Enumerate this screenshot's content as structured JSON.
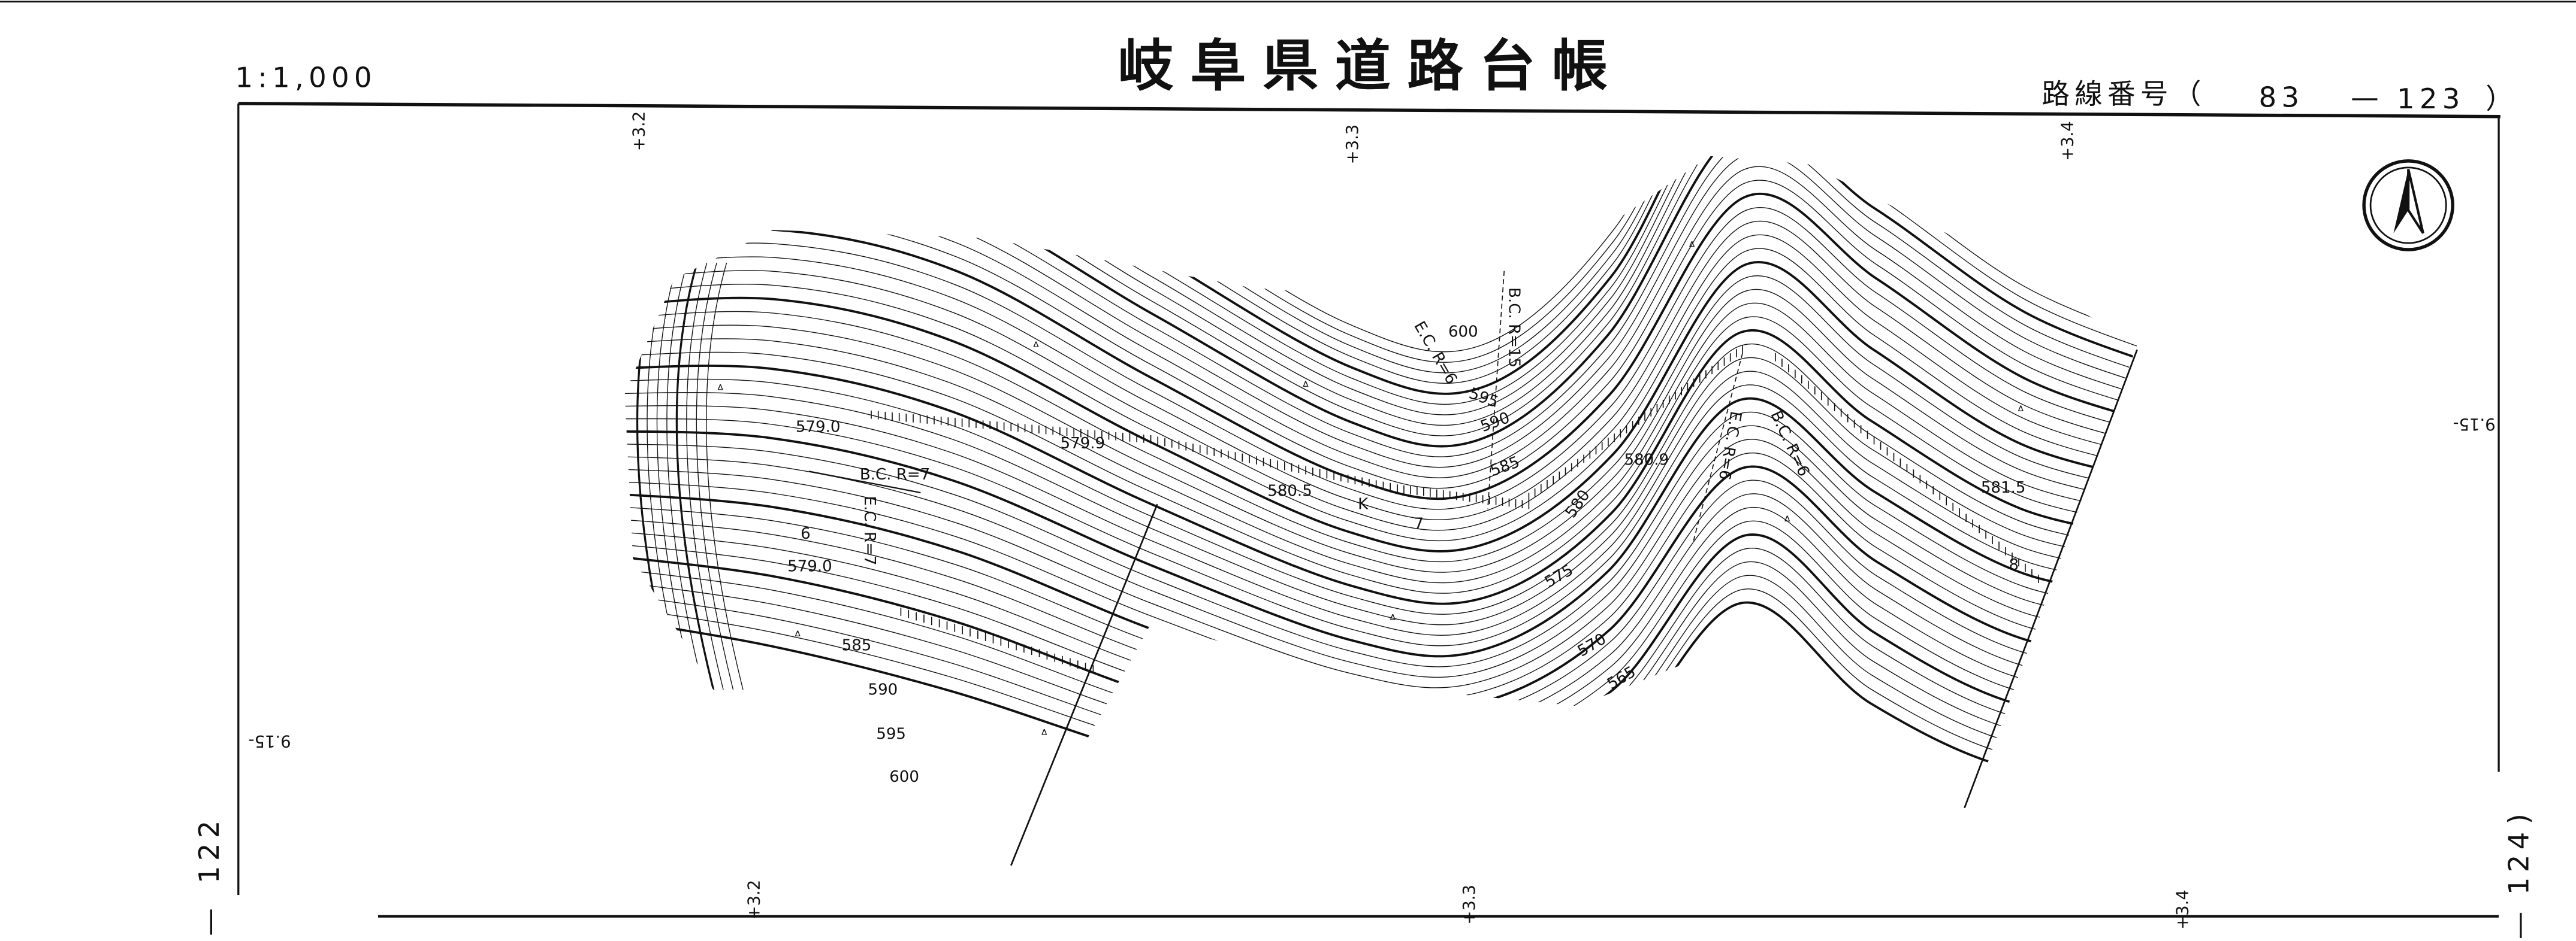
{
  "header": {
    "scale": "1:1,000",
    "title": "岐阜県道路台帳",
    "route_label": "路線番号（",
    "route_number_a": "83",
    "route_dash": "—",
    "route_number_b": "123",
    "route_close": "）"
  },
  "stations": {
    "top": [
      "+3.2",
      "+3.3",
      "+3.4"
    ],
    "bottom": [
      "+3.2",
      "+3.3",
      "+3.4"
    ]
  },
  "margin": {
    "ref_right": "9.15-",
    "ref_left": "9.15-",
    "prev_sheet": "122",
    "next_sheet": "124",
    "dash": "—",
    "paren": ")"
  },
  "contour_labels": [
    "579.0",
    "579.9",
    "580.5",
    "580.9",
    "581.5",
    "579.0",
    "600",
    "595",
    "590",
    "585",
    "580",
    "575",
    "570",
    "565",
    "585",
    "590",
    "595",
    "600"
  ],
  "curve_labels": [
    "B.C. R=7",
    "E.C. R=7",
    "E.C. R=6",
    "B.C. R=15",
    "E.C. R=6",
    "B.C. R=6"
  ],
  "marks": {
    "k": "K",
    "seven": "7",
    "six": "6",
    "eight": "8"
  },
  "colors": {
    "ink": "#111111",
    "paper": "#ffffff"
  }
}
